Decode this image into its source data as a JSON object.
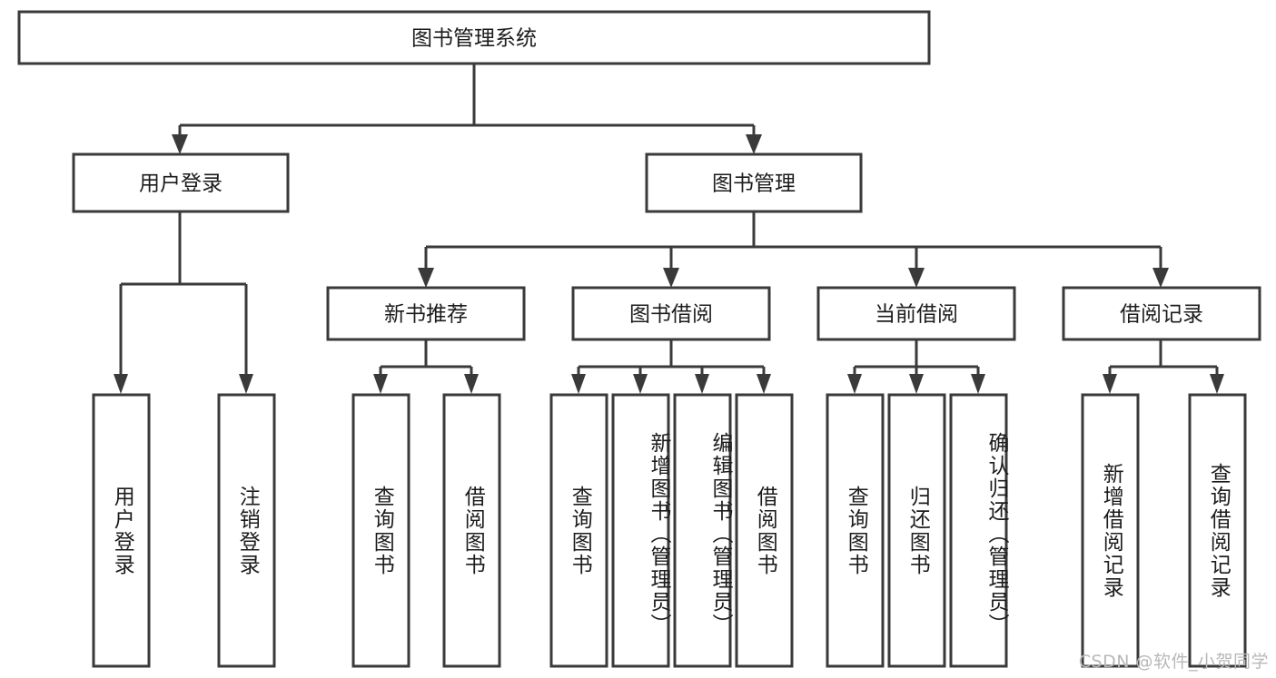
{
  "diagram": {
    "title": "图书管理系统",
    "type": "tree-hierarchy-diagram",
    "orientation": "top-down",
    "colors": {
      "box_stroke": "#3a3a3a",
      "box_fill": "#ffffff",
      "connector": "#3a3a3a",
      "text": "#1c1c1c",
      "background": "#ffffff",
      "watermark": "#b8b8b8"
    },
    "root": {
      "label": "图书管理系统"
    },
    "level2": [
      {
        "label": "用户登录"
      },
      {
        "label": "图书管理"
      }
    ],
    "level3": [
      {
        "label": "新书推荐"
      },
      {
        "label": "图书借阅"
      },
      {
        "label": "当前借阅"
      },
      {
        "label": "借阅记录"
      }
    ],
    "leaves": {
      "user_login": [
        {
          "label": "用户登录"
        },
        {
          "label": "注销登录"
        }
      ],
      "new_book_recommend": [
        {
          "label": "查询图书"
        },
        {
          "label": "借阅图书"
        }
      ],
      "book_borrow": [
        {
          "label": "查询图书"
        },
        {
          "label": "新增图书（管理员）"
        },
        {
          "label": "编辑图书（管理员）"
        },
        {
          "label": "借阅图书"
        }
      ],
      "current_borrow": [
        {
          "label": "查询图书"
        },
        {
          "label": "归还图书"
        },
        {
          "label": "确认归还（管理员）"
        }
      ],
      "borrow_record": [
        {
          "label": "新增借阅记录"
        },
        {
          "label": "查询借阅记录"
        }
      ]
    },
    "watermark": "CSDN @软件_小贺同学"
  }
}
